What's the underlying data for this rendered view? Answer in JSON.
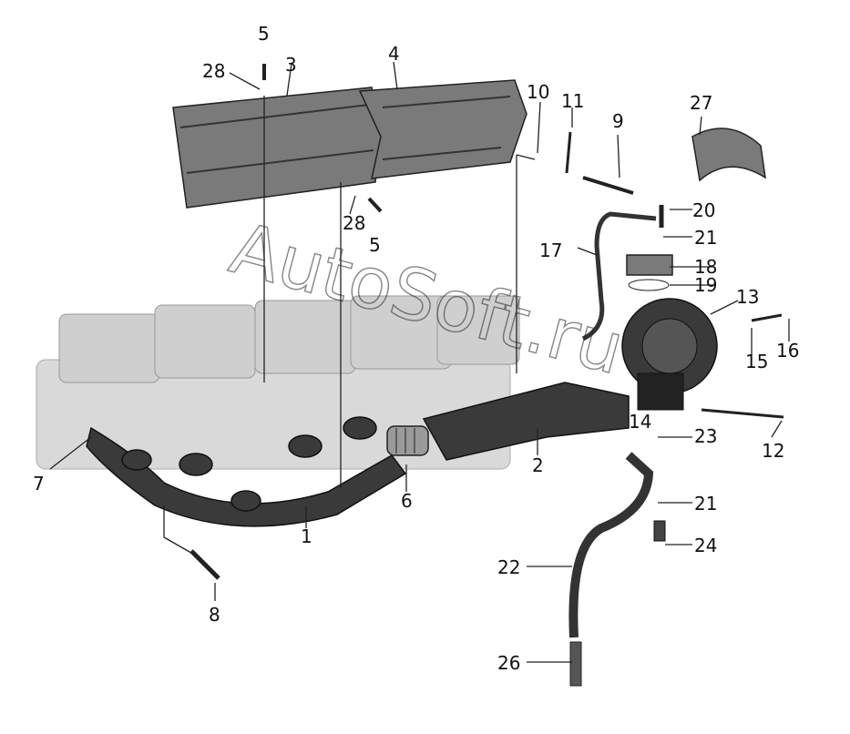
{
  "watermark": "AutoSoft.ru",
  "callouts": [
    {
      "id": "c1",
      "label": "1"
    },
    {
      "id": "c2",
      "label": "2"
    },
    {
      "id": "c3",
      "label": "3"
    },
    {
      "id": "c4",
      "label": "4"
    },
    {
      "id": "c5a",
      "label": "5"
    },
    {
      "id": "c5b",
      "label": "5"
    },
    {
      "id": "c6",
      "label": "6"
    },
    {
      "id": "c7",
      "label": "7"
    },
    {
      "id": "c8",
      "label": "8"
    },
    {
      "id": "c9",
      "label": "9"
    },
    {
      "id": "c10",
      "label": "10"
    },
    {
      "id": "c11",
      "label": "11"
    },
    {
      "id": "c12",
      "label": "12"
    },
    {
      "id": "c13",
      "label": "13"
    },
    {
      "id": "c14",
      "label": "14"
    },
    {
      "id": "c15",
      "label": "15"
    },
    {
      "id": "c16",
      "label": "16"
    },
    {
      "id": "c17",
      "label": "17"
    },
    {
      "id": "c18",
      "label": "18"
    },
    {
      "id": "c19",
      "label": "19"
    },
    {
      "id": "c20",
      "label": "20"
    },
    {
      "id": "c21a",
      "label": "21"
    },
    {
      "id": "c21b",
      "label": "21"
    },
    {
      "id": "c22",
      "label": "22"
    },
    {
      "id": "c23",
      "label": "23"
    },
    {
      "id": "c24",
      "label": "24"
    },
    {
      "id": "c26",
      "label": "26"
    },
    {
      "id": "c27",
      "label": "27"
    },
    {
      "id": "c28a",
      "label": "28"
    },
    {
      "id": "c28b",
      "label": "28"
    }
  ]
}
